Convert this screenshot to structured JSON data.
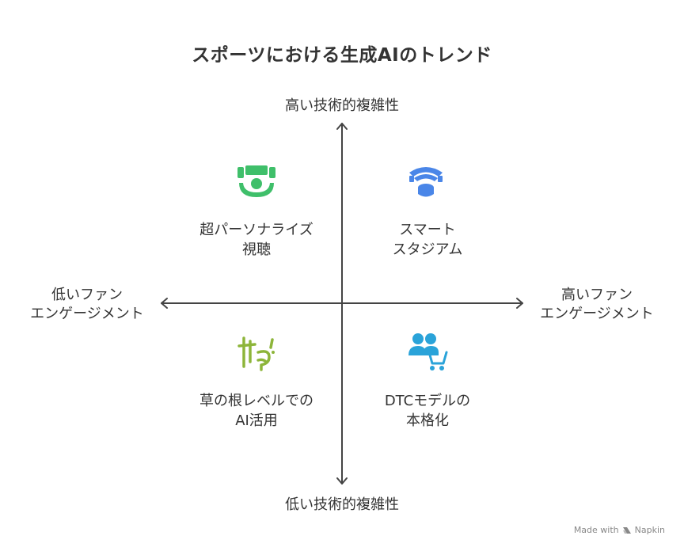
{
  "title": "スポーツにおける生成AIのトレンド",
  "axes": {
    "top": "高い技術的複雑性",
    "bottom": "低い技術的複雑性",
    "left": [
      "低いファン",
      "エンゲージメント"
    ],
    "right": [
      "高いファン",
      "エンゲージメント"
    ]
  },
  "quadrants": {
    "top_left": {
      "lines": [
        "超パーソナライズ",
        "視聴"
      ],
      "icon": "stadium-view-icon",
      "color": "#3fbf6a"
    },
    "top_right": {
      "lines": [
        "スマート",
        "スタジアム"
      ],
      "icon": "smart-stadium-icon",
      "color": "#4a86e8"
    },
    "bottom_left": {
      "lines": [
        "草の根レベルでの",
        "AI活用"
      ],
      "icon": "grassroots-icon",
      "color": "#8db53a"
    },
    "bottom_right": {
      "lines": [
        "DTCモデルの",
        "本格化"
      ],
      "icon": "users-cart-icon",
      "color": "#2aa3d9"
    }
  },
  "watermark": {
    "prefix": "Made with",
    "brand": "Napkin"
  }
}
